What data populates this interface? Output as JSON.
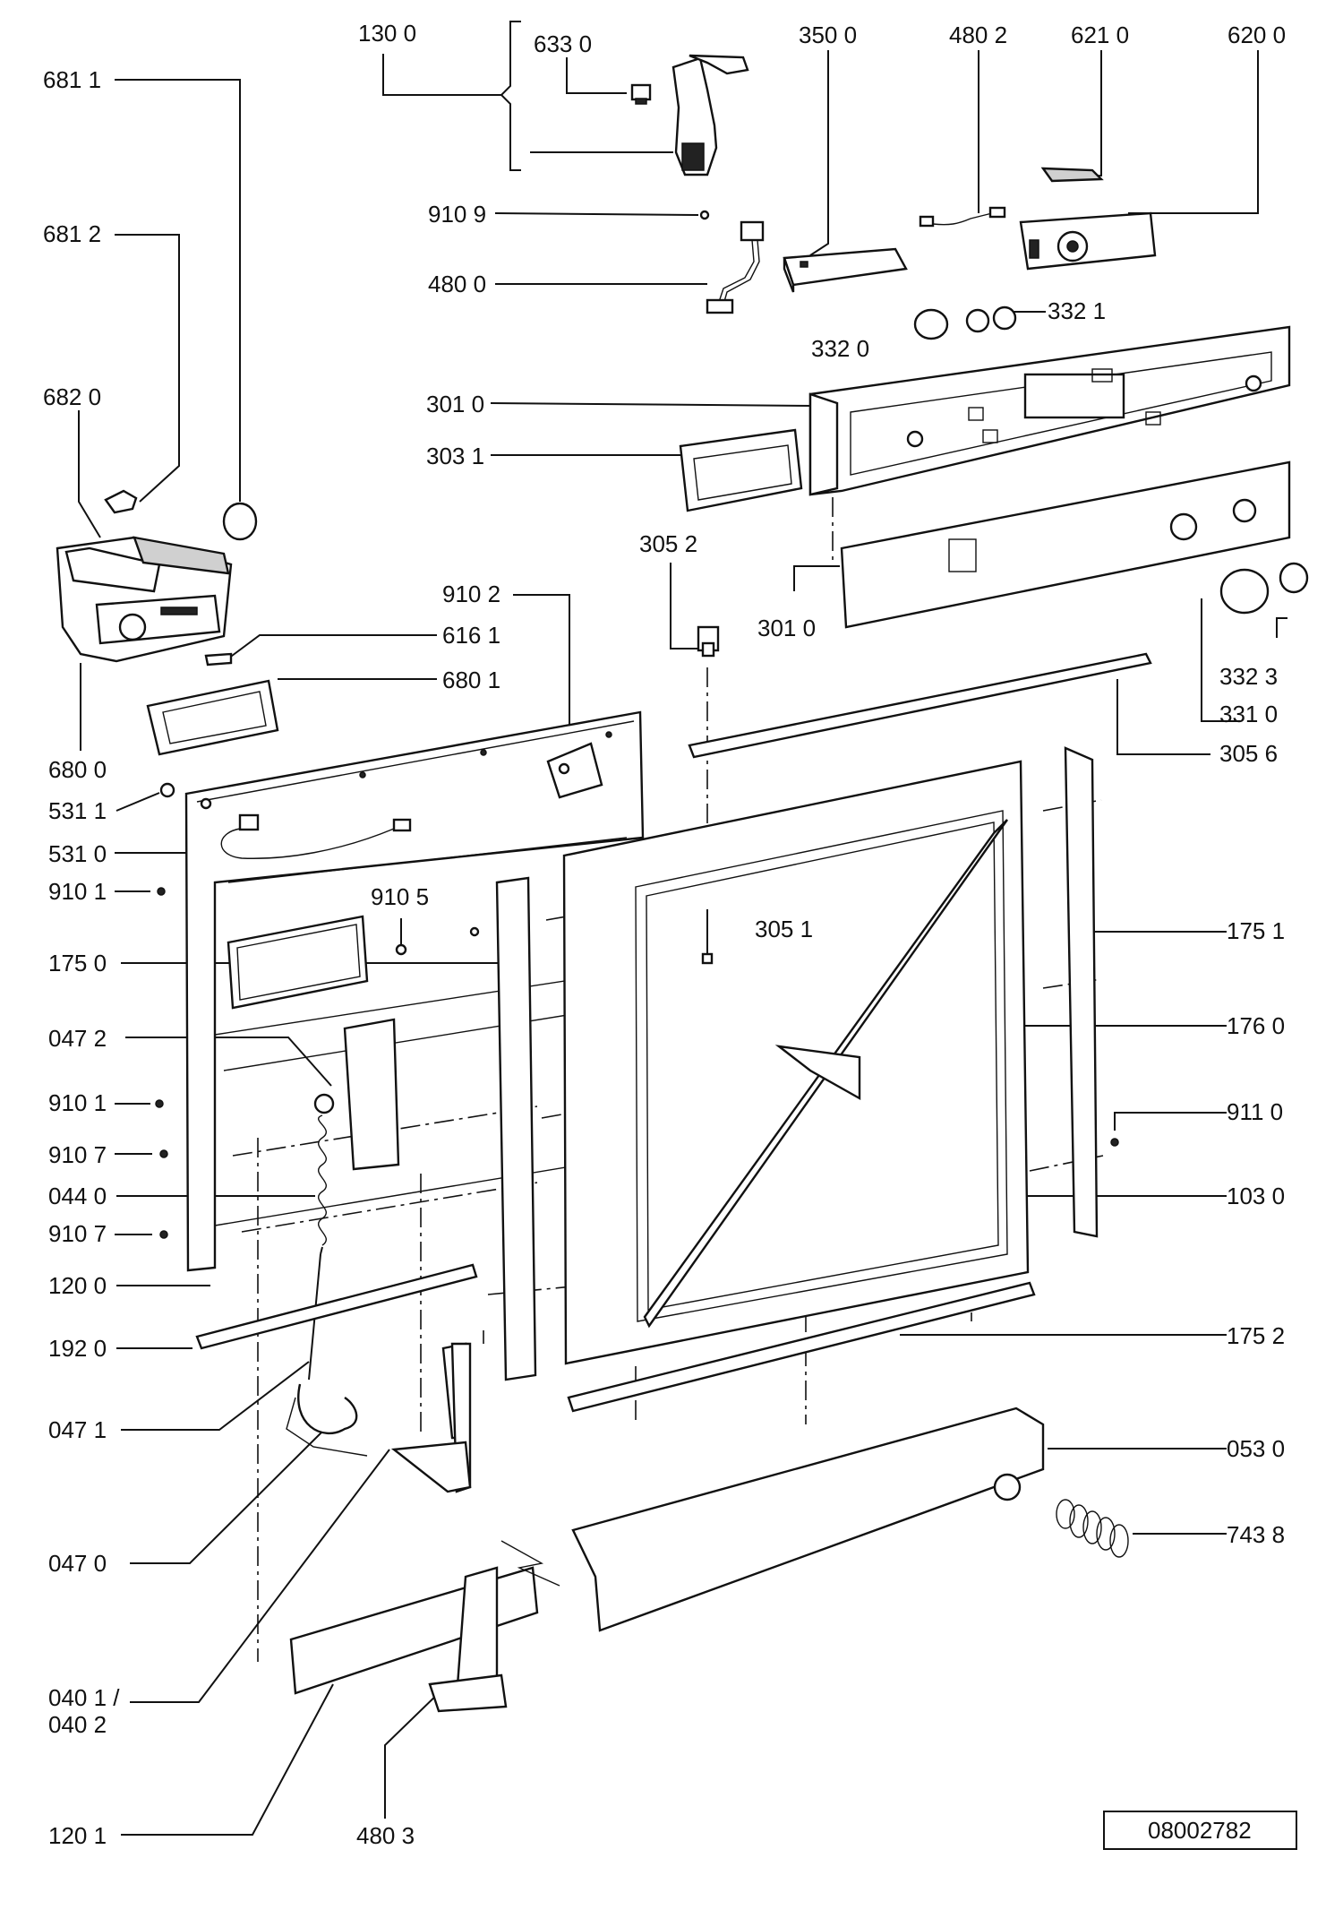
{
  "diagram": {
    "doc_number": "08002782",
    "labels": [
      {
        "id": "l6811",
        "text": "681 1"
      },
      {
        "id": "l6812",
        "text": "681 2"
      },
      {
        "id": "l6820",
        "text": "682 0"
      },
      {
        "id": "l1300",
        "text": "130 0"
      },
      {
        "id": "l6330",
        "text": "633 0"
      },
      {
        "id": "l3500",
        "text": "350 0"
      },
      {
        "id": "l4802",
        "text": "480 2"
      },
      {
        "id": "l6210",
        "text": "621 0"
      },
      {
        "id": "l6200",
        "text": "620 0"
      },
      {
        "id": "l9109",
        "text": "910 9"
      },
      {
        "id": "l4800",
        "text": "480 0"
      },
      {
        "id": "l3321",
        "text": "332 1"
      },
      {
        "id": "l3320",
        "text": "332 0"
      },
      {
        "id": "l3010a",
        "text": "301 0"
      },
      {
        "id": "l3031",
        "text": "303 1"
      },
      {
        "id": "l3052",
        "text": "305 2"
      },
      {
        "id": "l9102",
        "text": "910 2"
      },
      {
        "id": "l6161",
        "text": "616 1"
      },
      {
        "id": "l6801",
        "text": "680 1"
      },
      {
        "id": "l3010b",
        "text": "301 0"
      },
      {
        "id": "l3323",
        "text": "332 3"
      },
      {
        "id": "l3310",
        "text": "331 0"
      },
      {
        "id": "l6800",
        "text": "680 0"
      },
      {
        "id": "l3056",
        "text": "305 6"
      },
      {
        "id": "l5311",
        "text": "531 1"
      },
      {
        "id": "l5310",
        "text": "531 0"
      },
      {
        "id": "l9101a",
        "text": "910 1"
      },
      {
        "id": "l9105",
        "text": "910 5"
      },
      {
        "id": "l3051",
        "text": "305 1"
      },
      {
        "id": "l1751",
        "text": "175 1"
      },
      {
        "id": "l1750",
        "text": "175 0"
      },
      {
        "id": "l1760",
        "text": "176 0"
      },
      {
        "id": "l0472",
        "text": "047 2"
      },
      {
        "id": "l9101b",
        "text": "910 1"
      },
      {
        "id": "l9110",
        "text": "911 0"
      },
      {
        "id": "l9107a",
        "text": "910 7"
      },
      {
        "id": "l0440",
        "text": "044 0"
      },
      {
        "id": "l1030",
        "text": "103 0"
      },
      {
        "id": "l9107b",
        "text": "910 7"
      },
      {
        "id": "l1200",
        "text": "120 0"
      },
      {
        "id": "l1920",
        "text": "192 0"
      },
      {
        "id": "l1752",
        "text": "175 2"
      },
      {
        "id": "l0471",
        "text": "047 1"
      },
      {
        "id": "l0530",
        "text": "053 0"
      },
      {
        "id": "l0470",
        "text": "047 0"
      },
      {
        "id": "l7438",
        "text": "743 8"
      },
      {
        "id": "l0401",
        "text": "040 1 /"
      },
      {
        "id": "l0402",
        "text": "040 2"
      },
      {
        "id": "l1201",
        "text": "120 1"
      },
      {
        "id": "l4803",
        "text": "480 3"
      }
    ]
  }
}
